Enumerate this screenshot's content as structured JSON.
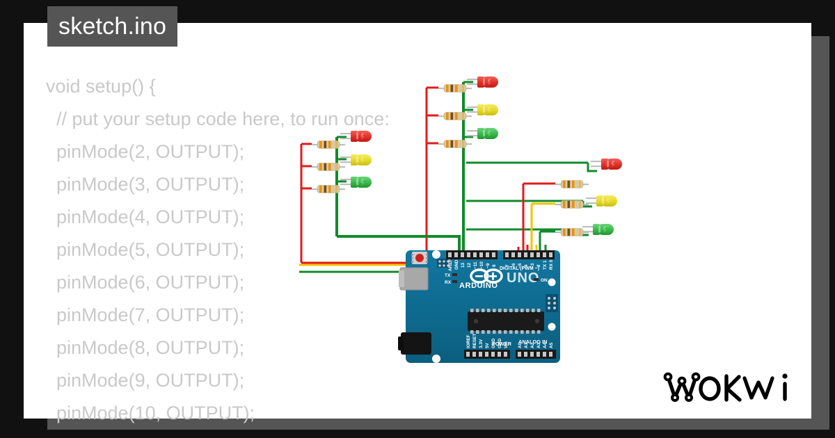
{
  "window": {
    "background_color": "#111111",
    "card_color": "#ffffff",
    "frame_color": "#555555"
  },
  "title_badge": {
    "label": "sketch.ino",
    "background_color": "#555555",
    "text_color": "#ffffff"
  },
  "editor": {
    "text_color": "#c9c9c9",
    "lines": [
      "void setup() {",
      "  // put your setup code here, to run once:",
      "  pinMode(2, OUTPUT);",
      "  pinMode(3, OUTPUT);",
      "  pinMode(4, OUTPUT);",
      "  pinMode(5, OUTPUT);",
      "  pinMode(6, OUTPUT);",
      "  pinMode(7, OUTPUT);",
      "  pinMode(8, OUTPUT);",
      "  pinMode(9, OUTPUT);",
      "  pinMode(10, OUTPUT);"
    ]
  },
  "brand": {
    "name": "WOKWi",
    "color": "#000000"
  },
  "board": {
    "name": "UNO",
    "wordmark": "ARDUINO",
    "pcb_color": "#0e6c91",
    "silk_color": "#ffffff",
    "serial_labels": [
      "TX",
      "RX"
    ],
    "power_led_label": "ON",
    "digital_header": {
      "group_label": "DIGITAL (PWM ~)",
      "pins_left": [
        "AREF",
        "GND",
        "13",
        "12",
        "~11",
        "~10",
        "~9",
        "8"
      ],
      "pins_right": [
        "7",
        "~6",
        "~5",
        "4",
        "~3",
        "2",
        "TX 1",
        "RX 0"
      ]
    },
    "power_header": {
      "group_label": "POWER",
      "pins": [
        "IOREF",
        "RESET",
        "3.3V",
        "5V",
        "GND",
        "GND",
        "Vin"
      ]
    },
    "analog_header": {
      "group_label": "ANALOG IN",
      "pins": [
        "A0",
        "A1",
        "A2",
        "A3",
        "A4",
        "A5"
      ]
    }
  },
  "components": {
    "led_groups": [
      {
        "name": "traffic-light-left",
        "leds": [
          {
            "color_name": "red",
            "color": "#e8403a"
          },
          {
            "color_name": "yellow",
            "color": "#e8d92e"
          },
          {
            "color_name": "green",
            "color": "#3fbb4f"
          }
        ]
      },
      {
        "name": "traffic-light-middle",
        "leds": [
          {
            "color_name": "red",
            "color": "#e8403a"
          },
          {
            "color_name": "yellow",
            "color": "#e8d92e"
          },
          {
            "color_name": "green",
            "color": "#3fbb4f"
          }
        ]
      },
      {
        "name": "traffic-light-right",
        "leds": [
          {
            "color_name": "red",
            "color": "#e8403a"
          },
          {
            "color_name": "yellow",
            "color": "#e8d92e"
          },
          {
            "color_name": "green",
            "color": "#3fbb4f"
          }
        ]
      }
    ],
    "resistor_count": 9,
    "resistor_body_color": "#d9c9a3",
    "resistor_band_colors": [
      "#e8920e",
      "#7a4a16",
      "#e8920e"
    ],
    "wire_colors": {
      "red": "#e01b1b",
      "yellow": "#f0c400",
      "green": "#128a2b",
      "gray": "#b0b0b0"
    }
  }
}
